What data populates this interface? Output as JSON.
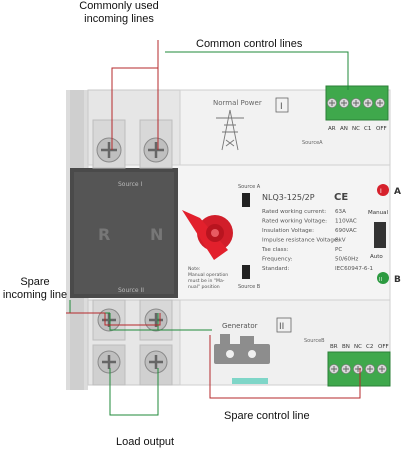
{
  "callouts": {
    "commonly_used_line1": "Commonly used",
    "commonly_used_line2": "incoming lines",
    "common_control": "Common control lines",
    "spare_incoming_line1": "Spare",
    "spare_incoming_line2": "incoming line",
    "spare_control": "Spare control line",
    "load_output": "Load output"
  },
  "device": {
    "top_panel_title": "Normal Power",
    "top_roman": "I",
    "top_terminal_labels": [
      "AR",
      "AN",
      "NC",
      "C1",
      "OFF"
    ],
    "source_a": "SourceA",
    "bottom_panel_title": "Generator",
    "bottom_roman": "II",
    "bottom_terminal_labels": [
      "BR",
      "BN",
      "NC",
      "C2",
      "OFF"
    ],
    "source_b": "SourceB",
    "black_band_top": "Source I",
    "black_band_bottom": "Source II",
    "pole_r": "R",
    "pole_n": "N",
    "switch_label_a": "Source A",
    "switch_label_b": "Source B",
    "note_lines": [
      "Note:",
      "Manual operation",
      "must be in \"Ma-",
      "nual\" position"
    ],
    "model": "NLQ3-125/2P",
    "ce_mark": "CE",
    "specs": [
      [
        "Rated working current:",
        "63A"
      ],
      [
        "Rated working Voltage:",
        "110VAC"
      ],
      [
        "Insulation Voltage:",
        "690VAC"
      ],
      [
        "Impulse resistance Voltage:",
        "8kV"
      ],
      [
        "Tse class:",
        "PC"
      ],
      [
        "Frequency:",
        "50/60Hz"
      ],
      [
        "Standard:",
        "IEC60947-6-1"
      ]
    ],
    "indicator_a_letter": "A",
    "indicator_b_letter": "B",
    "indicator_a_symbol": "I",
    "indicator_b_symbol": "II",
    "manual_label": "Manual",
    "auto_label": "Auto"
  },
  "colors": {
    "line_red": "#b5282b",
    "line_green": "#1f8a3a",
    "terminal_green": "#3fa84c",
    "knob_red": "#e2202c",
    "band_dark": "#4a4a4a",
    "body_light": "#ececec"
  }
}
